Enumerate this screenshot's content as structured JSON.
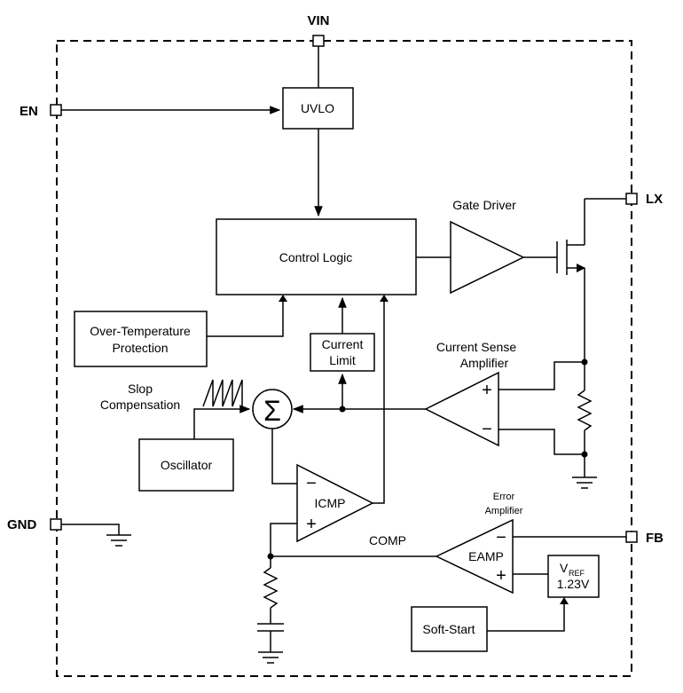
{
  "pins": {
    "vin": "VIN",
    "en": "EN",
    "gnd": "GND",
    "lx": "LX",
    "fb": "FB"
  },
  "blocks": {
    "uvlo": "UVLO",
    "control_logic": "Control Logic",
    "over_temp_line1": "Over-Temperature",
    "over_temp_line2": "Protection",
    "current_limit_line1": "Current",
    "current_limit_line2": "Limit",
    "oscillator": "Oscillator",
    "soft_start": "Soft-Start",
    "vref_letter": "V",
    "vref_sub": "REF",
    "vref_value": "1.23V",
    "icmp": "ICMP",
    "eamp": "EAMP"
  },
  "labels": {
    "gate_driver": "Gate Driver",
    "current_sense_line1": "Current Sense",
    "current_sense_line2": "Amplifier",
    "slope_line1": "Slop",
    "slope_line2": "Compensation",
    "error_amp_line1": "Error",
    "error_amp_line2": "Amplifier",
    "comp": "COMP",
    "sigma": "Σ",
    "plus": "+",
    "minus": "−"
  }
}
